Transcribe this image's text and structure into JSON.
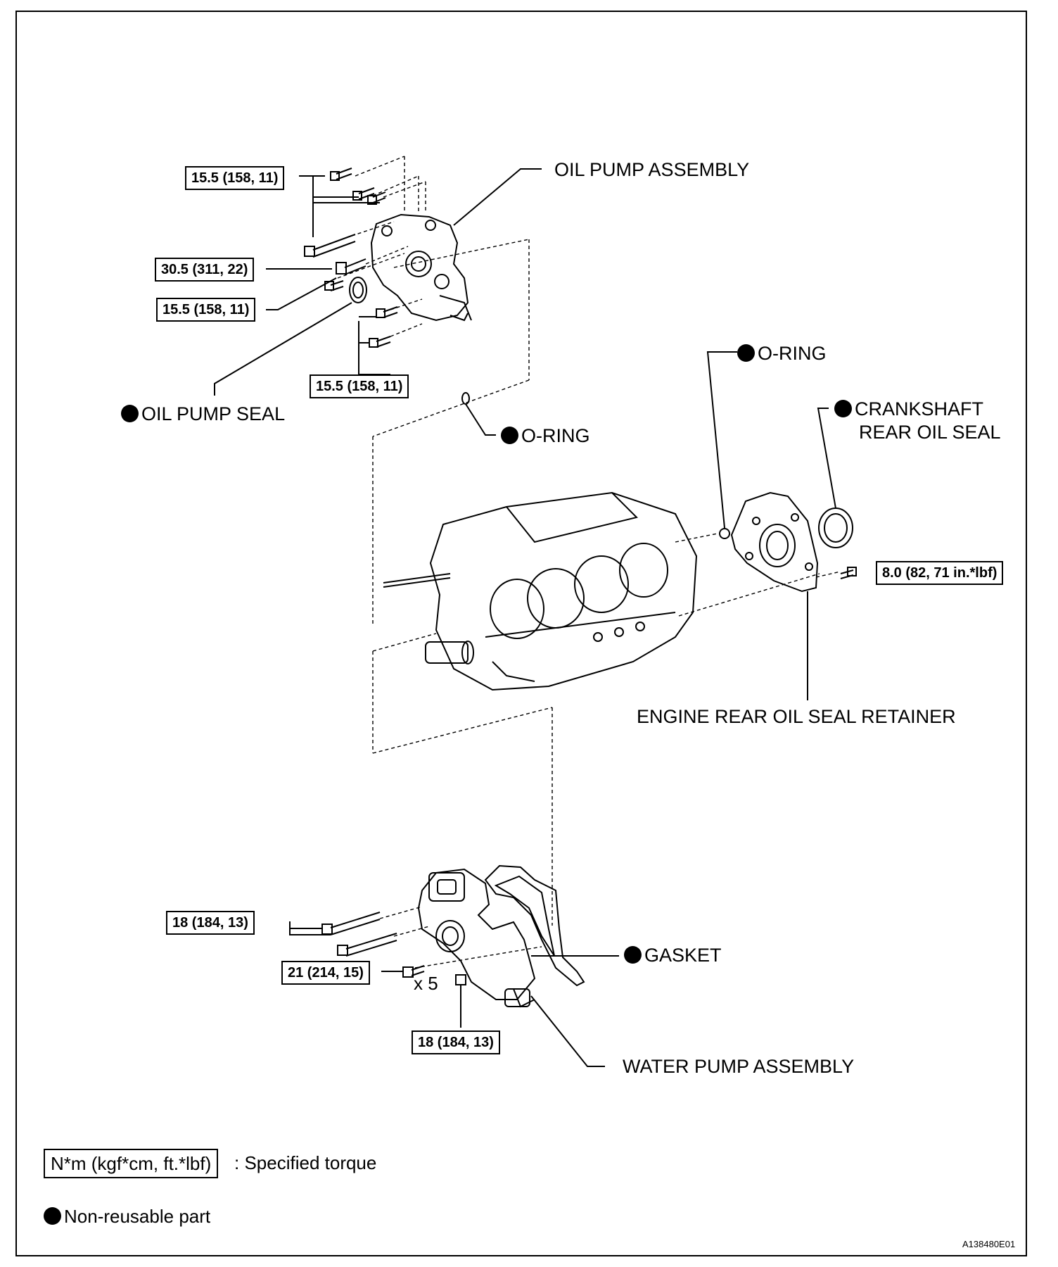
{
  "parts": {
    "oil_pump_assembly": "OIL PUMP ASSEMBLY",
    "oil_pump_seal": "OIL PUMP SEAL",
    "o_ring_left": "O-RING",
    "o_ring_right": "O-RING",
    "crankshaft_rear_oil_seal_line1": "CRANKSHAFT",
    "crankshaft_rear_oil_seal_line2": "REAR OIL SEAL",
    "engine_rear_oil_seal_retainer": "ENGINE REAR OIL SEAL RETAINER",
    "gasket": "GASKET",
    "water_pump_assembly": "WATER PUMP ASSEMBLY"
  },
  "torques": {
    "oil_pump_top": "15.5 (158, 11)",
    "oil_pump_long_bolt": "30.5 (311, 22)",
    "oil_pump_left": "15.5 (158, 11)",
    "oil_pump_bottom": "15.5 (158, 11)",
    "rear_retainer": "8.0 (82, 71 in.*lbf)",
    "water_pump_long": "18 (184, 13)",
    "water_pump_bolts": "21 (214, 15)",
    "water_pump_nut": "18 (184, 13)"
  },
  "quantity_note": "x 5",
  "legend": {
    "torque_unit": "N*m (kgf*cm, ft.*lbf)",
    "torque_meaning": ": Specified torque",
    "non_reusable": "Non-reusable part"
  },
  "figure_code": "A138480E01",
  "icons": {
    "non_reusable_marker": "filled-black-circle"
  }
}
